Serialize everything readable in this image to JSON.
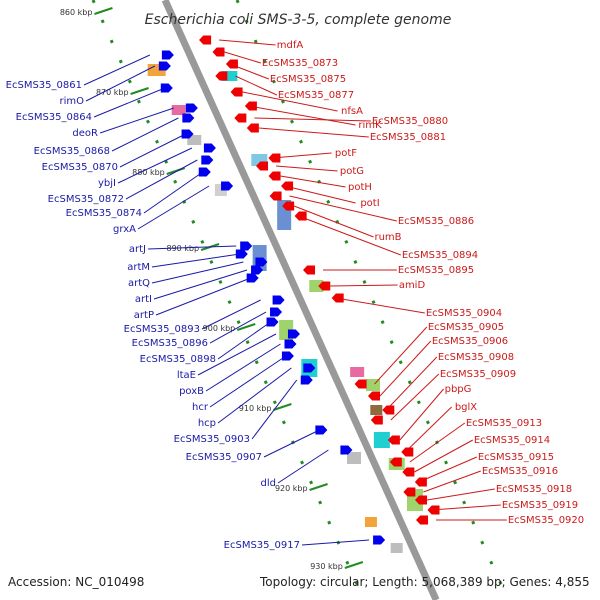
{
  "title": "Escherichia coli SMS-3-5, complete genome",
  "footer": {
    "accession": "Accession: NC_010498",
    "topology": "Topology: circular; Length: 5,068,389 bp; Genes: 4,855"
  },
  "ticks": [
    "860 kbp",
    "870 kbp",
    "880 kbp",
    "890 kbp",
    "900 kbp",
    "910 kbp",
    "920 kbp",
    "930 kbp"
  ],
  "left_genes": [
    "EcSMS35_0861",
    "rimO",
    "EcSMS35_0864",
    "deoR",
    "EcSMS35_0868",
    "EcSMS35_0870",
    "ybjI",
    "EcSMS35_0872",
    "EcSMS35_0874",
    "grxA",
    "artJ",
    "artM",
    "artQ",
    "artI",
    "artP",
    "EcSMS35_0893",
    "EcSMS35_0896",
    "EcSMS35_0898",
    "ltaE",
    "poxB",
    "hcr",
    "hcp",
    "EcSMS35_0903",
    "EcSMS35_0907",
    "dld",
    "EcSMS35_0917"
  ],
  "right_genes": [
    "mdfA",
    "EcSMS35_0873",
    "EcSMS35_0875",
    "EcSMS35_0877",
    "nfsA",
    "rimK",
    "EcSMS35_0880",
    "EcSMS35_0881",
    "potF",
    "potG",
    "potH",
    "potI",
    "EcSMS35_0886",
    "rumB",
    "EcSMS35_0894",
    "EcSMS35_0895",
    "amiD",
    "EcSMS35_0904",
    "EcSMS35_0905",
    "EcSMS35_0906",
    "EcSMS35_0908",
    "EcSMS35_0909",
    "pbpG",
    "bglX",
    "EcSMS35_0913",
    "EcSMS35_0914",
    "EcSMS35_0915",
    "EcSMS35_0916",
    "EcSMS35_0918",
    "EcSMS35_0919",
    "EcSMS35_0920"
  ],
  "colors": {
    "left_label": "#1a1aa8",
    "right_label": "#cc1a1a",
    "forward_gene": "#0000ee",
    "reverse_gene": "#ee0000",
    "backbone": "#999999",
    "ticks": "#228b22"
  }
}
